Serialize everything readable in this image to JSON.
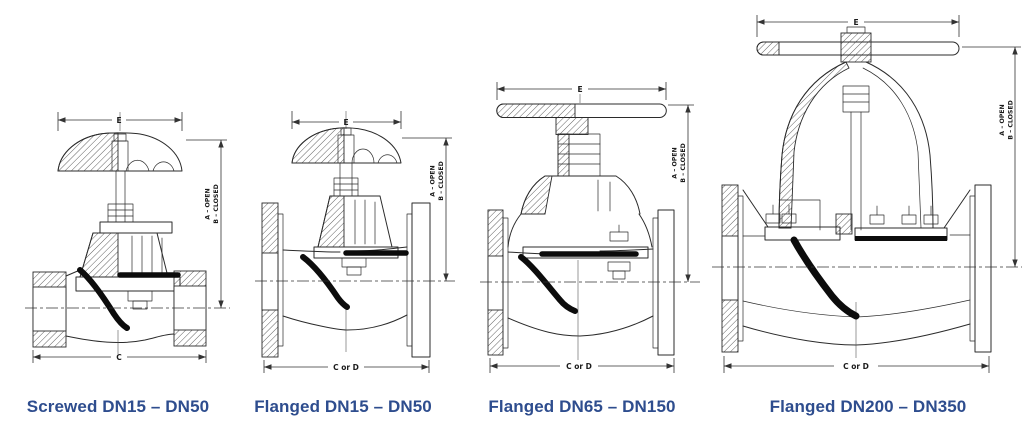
{
  "page": {
    "background": "#ffffff",
    "type": "technical-drawing-sheet",
    "subject": "diaphragm valve cross-sections"
  },
  "drawing_style": {
    "line_color": "#2b2b2b",
    "dimension_color": "#333333",
    "diaphragm_color": "#0c0c0c",
    "caption_color": "#2e4d8e"
  },
  "figures": [
    {
      "id": "screwed-dn15-dn50",
      "caption": "Screwed DN15 – DN50",
      "labels": {
        "top_width": "E",
        "open": "A – OPEN",
        "closed": "B – CLOSED",
        "face_to_face": "C"
      }
    },
    {
      "id": "flanged-dn15-dn50",
      "caption": "Flanged DN15 – DN50",
      "labels": {
        "top_width": "E",
        "open": "A – OPEN",
        "closed": "B – CLOSED",
        "face_to_face": "C or D"
      }
    },
    {
      "id": "flanged-dn65-dn150",
      "caption": "Flanged DN65 – DN150",
      "labels": {
        "top_width": "E",
        "open": "A – OPEN",
        "closed": "B – CLOSED",
        "face_to_face": "C or D"
      }
    },
    {
      "id": "flanged-dn200-dn350",
      "caption": "Flanged DN200 – DN350",
      "labels": {
        "top_width": "E",
        "open": "A – OPEN",
        "closed": "B – CLOSED",
        "face_to_face": "C or D"
      }
    }
  ]
}
